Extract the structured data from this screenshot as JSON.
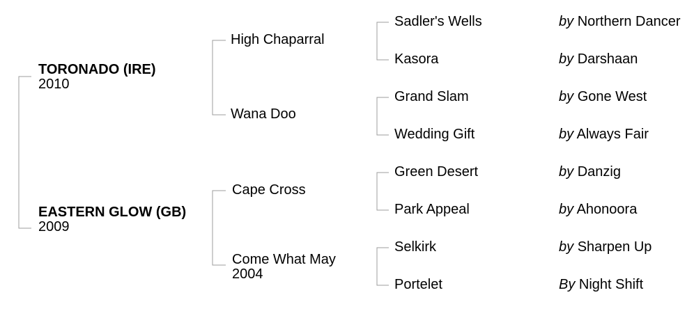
{
  "line_color": "#9c9c9c",
  "pedigree": {
    "sire_line": {
      "name": "TORONADO (IRE)",
      "year": "2010",
      "sire": {
        "name": "High Chaparral"
      },
      "dam": {
        "name": "Wana Doo"
      }
    },
    "dam_line": {
      "name": "EASTERN GLOW (GB)",
      "year": "2009",
      "sire": {
        "name": "Cape Cross"
      },
      "dam": {
        "name": "Come What May",
        "year": "2004"
      }
    },
    "generation3": [
      {
        "name": "Sadler's Wells",
        "by": "by",
        "sire": "Northern Dancer"
      },
      {
        "name": "Kasora",
        "by": "by",
        "sire": "Darshaan"
      },
      {
        "name": "Grand Slam",
        "by": "by",
        "sire": "Gone West"
      },
      {
        "name": "Wedding Gift",
        "by": "by",
        "sire": "Always Fair"
      },
      {
        "name": "Green Desert",
        "by": "by",
        "sire": "Danzig"
      },
      {
        "name": "Park Appeal",
        "by": "by",
        "sire": "Ahonoora"
      },
      {
        "name": "Selkirk",
        "by": "by",
        "sire": "Sharpen Up"
      },
      {
        "name": "Portelet",
        "by": "By",
        "sire": "Night Shift"
      }
    ]
  }
}
